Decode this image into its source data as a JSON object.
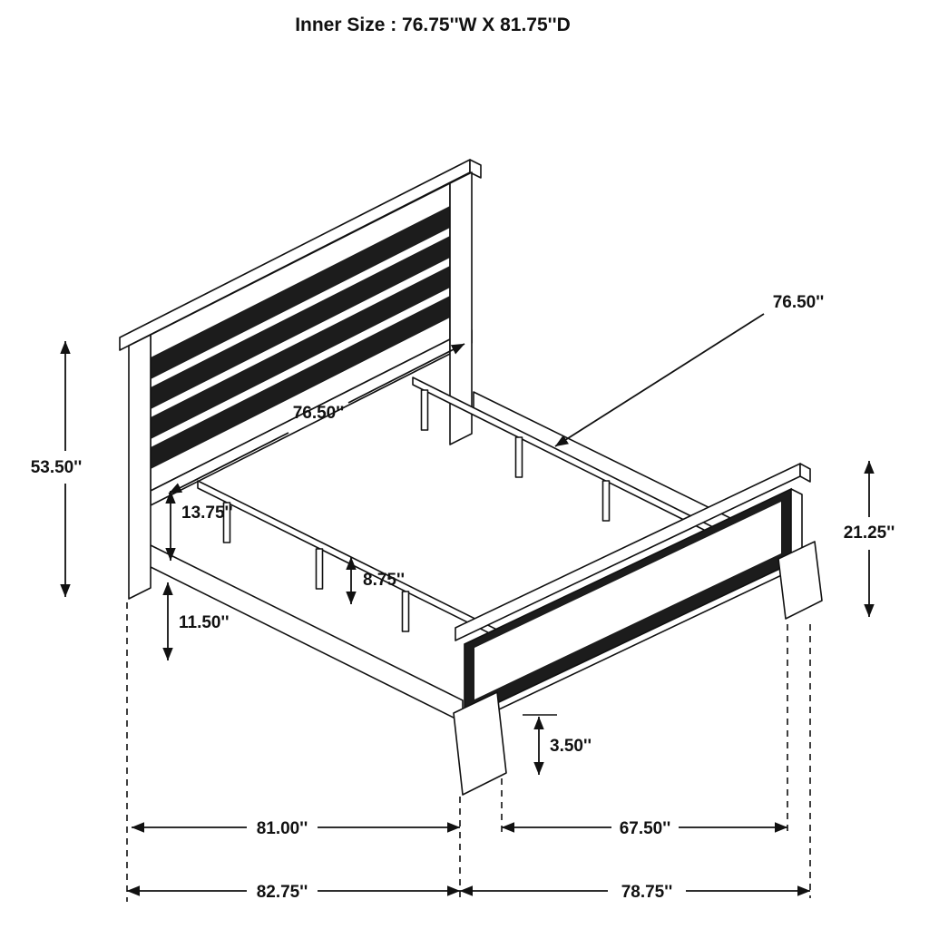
{
  "title": "Inner Size : 76.75''W X 81.75''D",
  "colors": {
    "line": "#111111",
    "panel_dark": "#1c1c1c",
    "background": "#ffffff"
  },
  "dimensions": {
    "headboard_height": "53.50''",
    "headboard_inner_width": "76.50''",
    "support_rail_length": "76.50''",
    "headboard_rail_height": "13.75''",
    "center_support_height": "8.75''",
    "side_rail_height": "11.50''",
    "footboard_height": "21.25''",
    "footboard_leg_height": "3.50''",
    "inner_length": "81.00''",
    "footboard_inner_width": "67.50''",
    "overall_length": "82.75''",
    "footboard_overall_width": "78.75''"
  }
}
